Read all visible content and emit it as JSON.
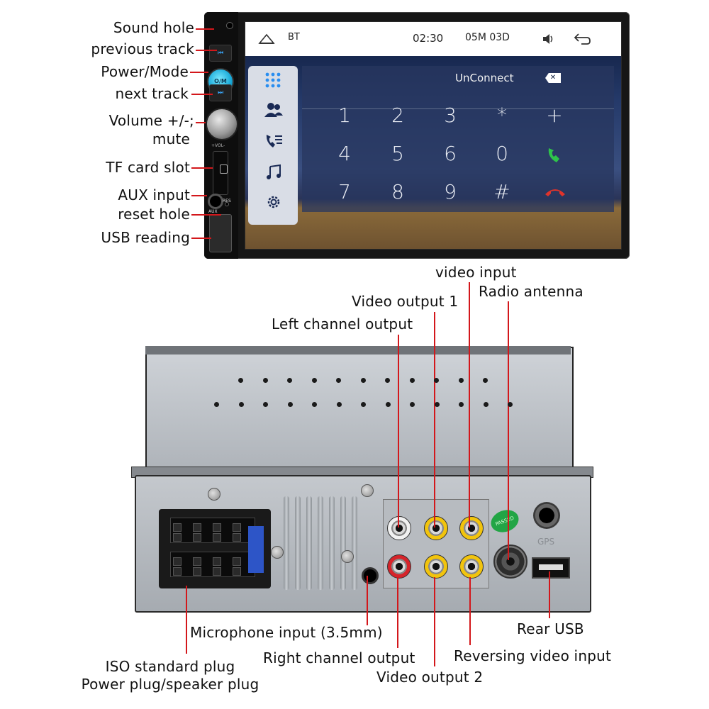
{
  "front_labels": {
    "sound_hole": "Sound hole",
    "previous_track": "previous track",
    "power_mode": "Power/Mode",
    "next_track": "next track",
    "volume_line1": "Volume +/-;",
    "volume_line2": "mute",
    "tf_card_slot": "TF card slot",
    "aux_input": "AUX input",
    "reset_hole": "reset hole",
    "usb_reading": "USB reading"
  },
  "front_panel": {
    "power_text": "O/M",
    "vol_text": "+VOL-",
    "aux_text": "AUX",
    "res_text": "RES"
  },
  "screen": {
    "status": {
      "bt": "BT",
      "time": "02:30",
      "date": "05M 03D"
    },
    "unconnect": "UnConnect",
    "keys": [
      [
        "1",
        "2",
        "3",
        "*",
        "+"
      ],
      [
        "4",
        "5",
        "6",
        "0",
        "call"
      ],
      [
        "7",
        "8",
        "9",
        "#",
        "hangup"
      ]
    ],
    "icons": {
      "home": "home-icon",
      "volume": "speaker-icon",
      "back": "back-arrow-icon",
      "grid": "grid-icon",
      "contacts": "contacts-icon",
      "call_log": "call-log-icon",
      "music": "music-icon",
      "settings": "settings-icon",
      "backspace": "backspace-icon"
    },
    "colors": {
      "call": "#2ec44a",
      "hangup": "#e0332b"
    }
  },
  "back_labels": {
    "video_input": "video input",
    "video_output_1": "Video output 1",
    "radio_antenna": "Radio antenna",
    "left_channel_output": "Left channel output",
    "microphone_input": "Microphone input (3.5mm)",
    "rear_usb": "Rear USB",
    "iso_line1": "ISO standard plug",
    "iso_line2": "Power plug/speaker plug",
    "right_channel_output": "Right channel output",
    "reversing_video_input": "Reversing video input",
    "video_output_2": "Video output 2"
  },
  "back_panel": {
    "gps_text": "GPS",
    "sticker_text": "PASSED"
  },
  "colors": {
    "leader_line": "#d3171b",
    "rca_white": "#f1f1f1",
    "rca_red": "#d6242a",
    "rca_yellow": "#f2c40d"
  }
}
